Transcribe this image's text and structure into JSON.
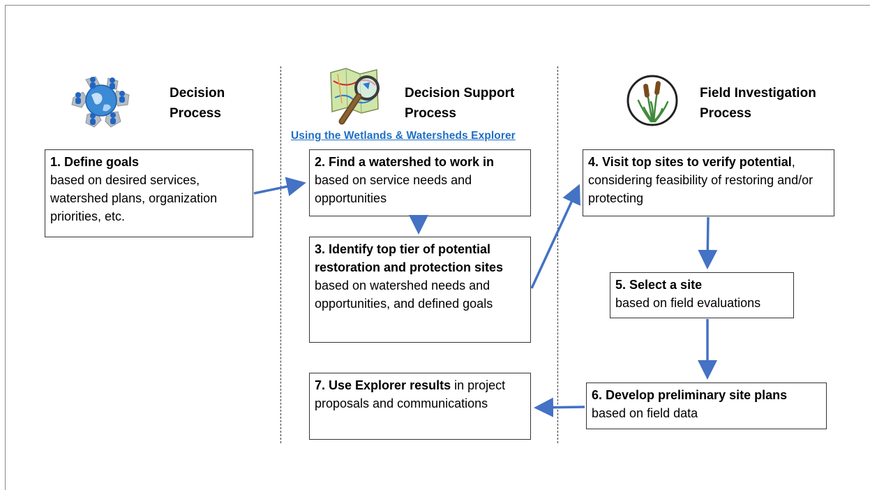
{
  "columns": [
    {
      "title": "Decision\nProcess",
      "icon": "globe-network-icon"
    },
    {
      "title": "Decision Support\nProcess",
      "icon": "map-magnifier-icon",
      "subtitle": "Using the Wetlands & Watersheds Explorer"
    },
    {
      "title": "Field Investigation\nProcess",
      "icon": "cattail-icon"
    }
  ],
  "steps": [
    {
      "bold": "1. Define goals",
      "text": "based on desired services, watershed plans, organization priorities, etc."
    },
    {
      "bold": "2. Find a watershed to work in",
      "text": "based on service needs and opportunities"
    },
    {
      "bold": "3. Identify top tier of potential restoration and protection sites",
      "text": " based on watershed needs and opportunities, and defined goals"
    },
    {
      "bold": "4. Visit top sites to verify potential",
      "text": ", considering feasibility of restoring and/or protecting"
    },
    {
      "bold": "5. Select a site",
      "text": "based on field evaluations"
    },
    {
      "bold": "6.  Develop preliminary site plans",
      "text": "based on field data"
    },
    {
      "bold": "7. Use Explorer results",
      "text": " in project proposals and communications"
    }
  ],
  "colors": {
    "arrow": "#4472c4",
    "link": "#1f6fc4",
    "border": "#333333"
  }
}
